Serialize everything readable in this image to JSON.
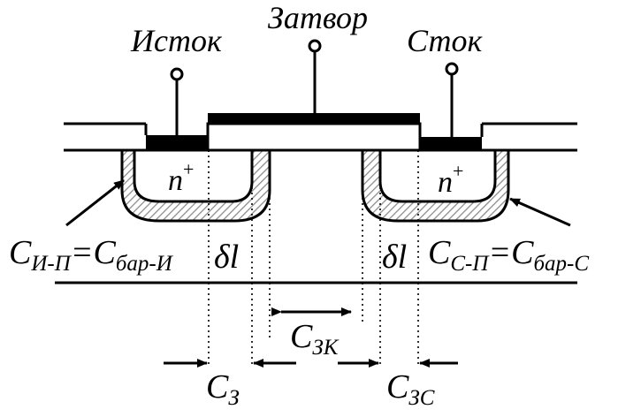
{
  "labels": {
    "source": "Исток",
    "gate": "Затвор",
    "drain": "Сток",
    "n_plus_base": "n",
    "n_plus_sup": "+",
    "c_letter": "C",
    "c_src_sub1": "И-П",
    "c_src_eq": "=",
    "c_src_sub2": "бар-И",
    "c_drn_sub1": "С-П",
    "c_drn_eq": "=",
    "c_drn_sub2": "бар-С",
    "delta_l": "δl",
    "c_zk_sub": "ЗК",
    "c_z_sub": "З",
    "c_zs_sub": "ЗС"
  },
  "colors": {
    "stroke": "#000000",
    "hatch": "#8a8a8a",
    "background": "#ffffff"
  }
}
